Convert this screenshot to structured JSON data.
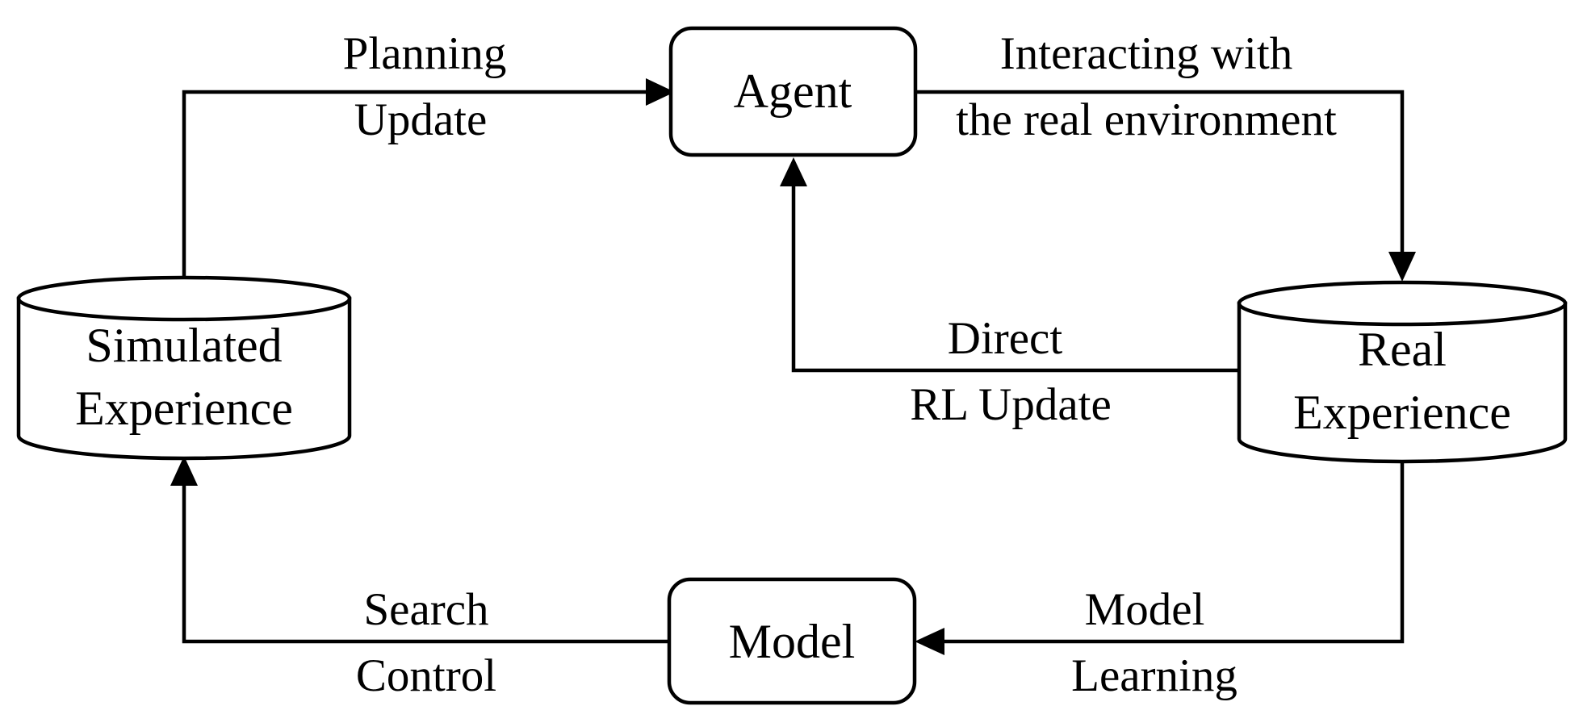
{
  "nodes": {
    "agent": "Agent",
    "model": "Model",
    "simulated": {
      "line1": "Simulated",
      "line2": "Experience"
    },
    "real": {
      "line1": "Real",
      "line2": "Experience"
    }
  },
  "edges": {
    "planning_update": {
      "line1": "Planning",
      "line2": "Update"
    },
    "interacting": {
      "line1": "Interacting with",
      "line2": "the real environment"
    },
    "direct_rl": {
      "line1": "Direct",
      "line2": "RL Update"
    },
    "search_control": {
      "line1": "Search",
      "line2": "Control"
    },
    "model_learning": {
      "line1": "Model",
      "line2": "Learning"
    }
  }
}
